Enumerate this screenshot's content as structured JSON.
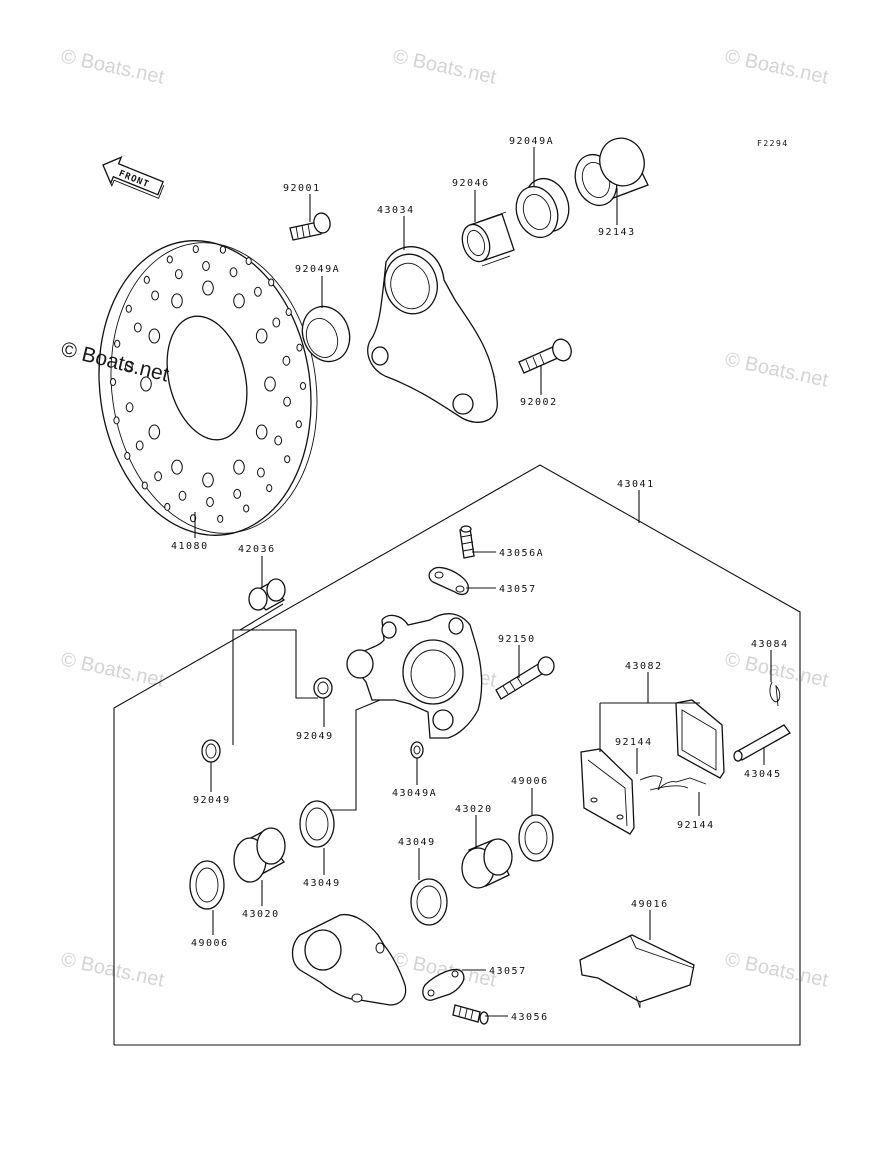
{
  "figure_code": "F2294",
  "front_label": "FRONT",
  "watermark": {
    "text": "© Boats.net",
    "prominent_text": "© Boats.net"
  },
  "parts": [
    {
      "id": "p92001",
      "number": "92001"
    },
    {
      "id": "p43034",
      "number": "43034"
    },
    {
      "id": "p92046",
      "number": "92046"
    },
    {
      "id": "p92049A_top",
      "number": "92049A"
    },
    {
      "id": "p92143",
      "number": "92143"
    },
    {
      "id": "p92049A_left",
      "number": "92049A"
    },
    {
      "id": "p92002",
      "number": "92002"
    },
    {
      "id": "p41080",
      "number": "41080"
    },
    {
      "id": "p43041",
      "number": "43041"
    },
    {
      "id": "p42036",
      "number": "42036"
    },
    {
      "id": "p43056A",
      "number": "43056A"
    },
    {
      "id": "p43057_top",
      "number": "43057"
    },
    {
      "id": "p92150",
      "number": "92150"
    },
    {
      "id": "p43084",
      "number": "43084"
    },
    {
      "id": "p43082",
      "number": "43082"
    },
    {
      "id": "p92049_mid",
      "number": "92049"
    },
    {
      "id": "p92049_left",
      "number": "92049"
    },
    {
      "id": "p43049A",
      "number": "43049A"
    },
    {
      "id": "p92144_left",
      "number": "92144"
    },
    {
      "id": "p92144_right",
      "number": "92144"
    },
    {
      "id": "p43045",
      "number": "43045"
    },
    {
      "id": "p49006_right",
      "number": "49006"
    },
    {
      "id": "p43020_right",
      "number": "43020"
    },
    {
      "id": "p43049_top",
      "number": "43049"
    },
    {
      "id": "p43049_left",
      "number": "43049"
    },
    {
      "id": "p43020_left",
      "number": "43020"
    },
    {
      "id": "p49006_left",
      "number": "49006"
    },
    {
      "id": "p49016",
      "number": "49016"
    },
    {
      "id": "p43057_bottom",
      "number": "43057"
    },
    {
      "id": "p43056",
      "number": "43056"
    }
  ]
}
